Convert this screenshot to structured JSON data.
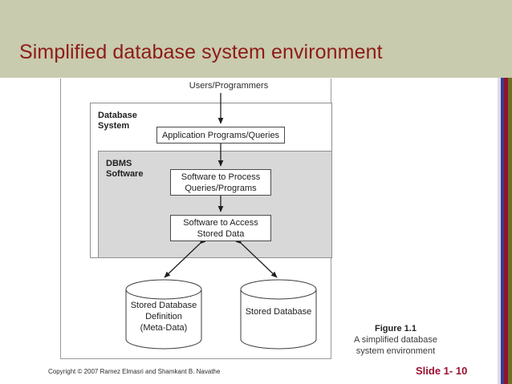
{
  "slide": {
    "title": "Simplified database system environment",
    "background_color": "#c8cbae",
    "title_color": "#8e1b17"
  },
  "edge_stripe": {
    "colors": [
      "#ded9ea",
      "#3b3f8c",
      "#8f1330",
      "#6e7123"
    ]
  },
  "figure": {
    "users_label": "Users/Programmers",
    "database_system_label": "Database\nSystem",
    "database_system_label_line1": "Database",
    "database_system_label_line2": "System",
    "dbms_software_label_line1": "DBMS",
    "dbms_software_label_line2": "Software",
    "app_programs_box": "Application Programs/Queries",
    "software_process_box_line1": "Software to Process",
    "software_process_box_line2": "Queries/Programs",
    "software_access_box_line1": "Software to Access",
    "software_access_box_line2": "Stored Data",
    "meta_data_cylinder_line1": "Stored Database",
    "meta_data_cylinder_line2": "Definition",
    "meta_data_cylinder_line3": "(Meta-Data)",
    "stored_database_cylinder": "Stored Database",
    "caption_title": "Figure 1.1",
    "caption_line1": "A simplified database",
    "caption_line2": "system environment",
    "dbms_box_fill": "#d8d8d8"
  },
  "footer": {
    "copyright": "Copyright © 2007 Ramez Elmasri and Shamkant B. Navathe",
    "slide_number": "Slide 1- 10",
    "slide_number_color": "#9a1030"
  }
}
